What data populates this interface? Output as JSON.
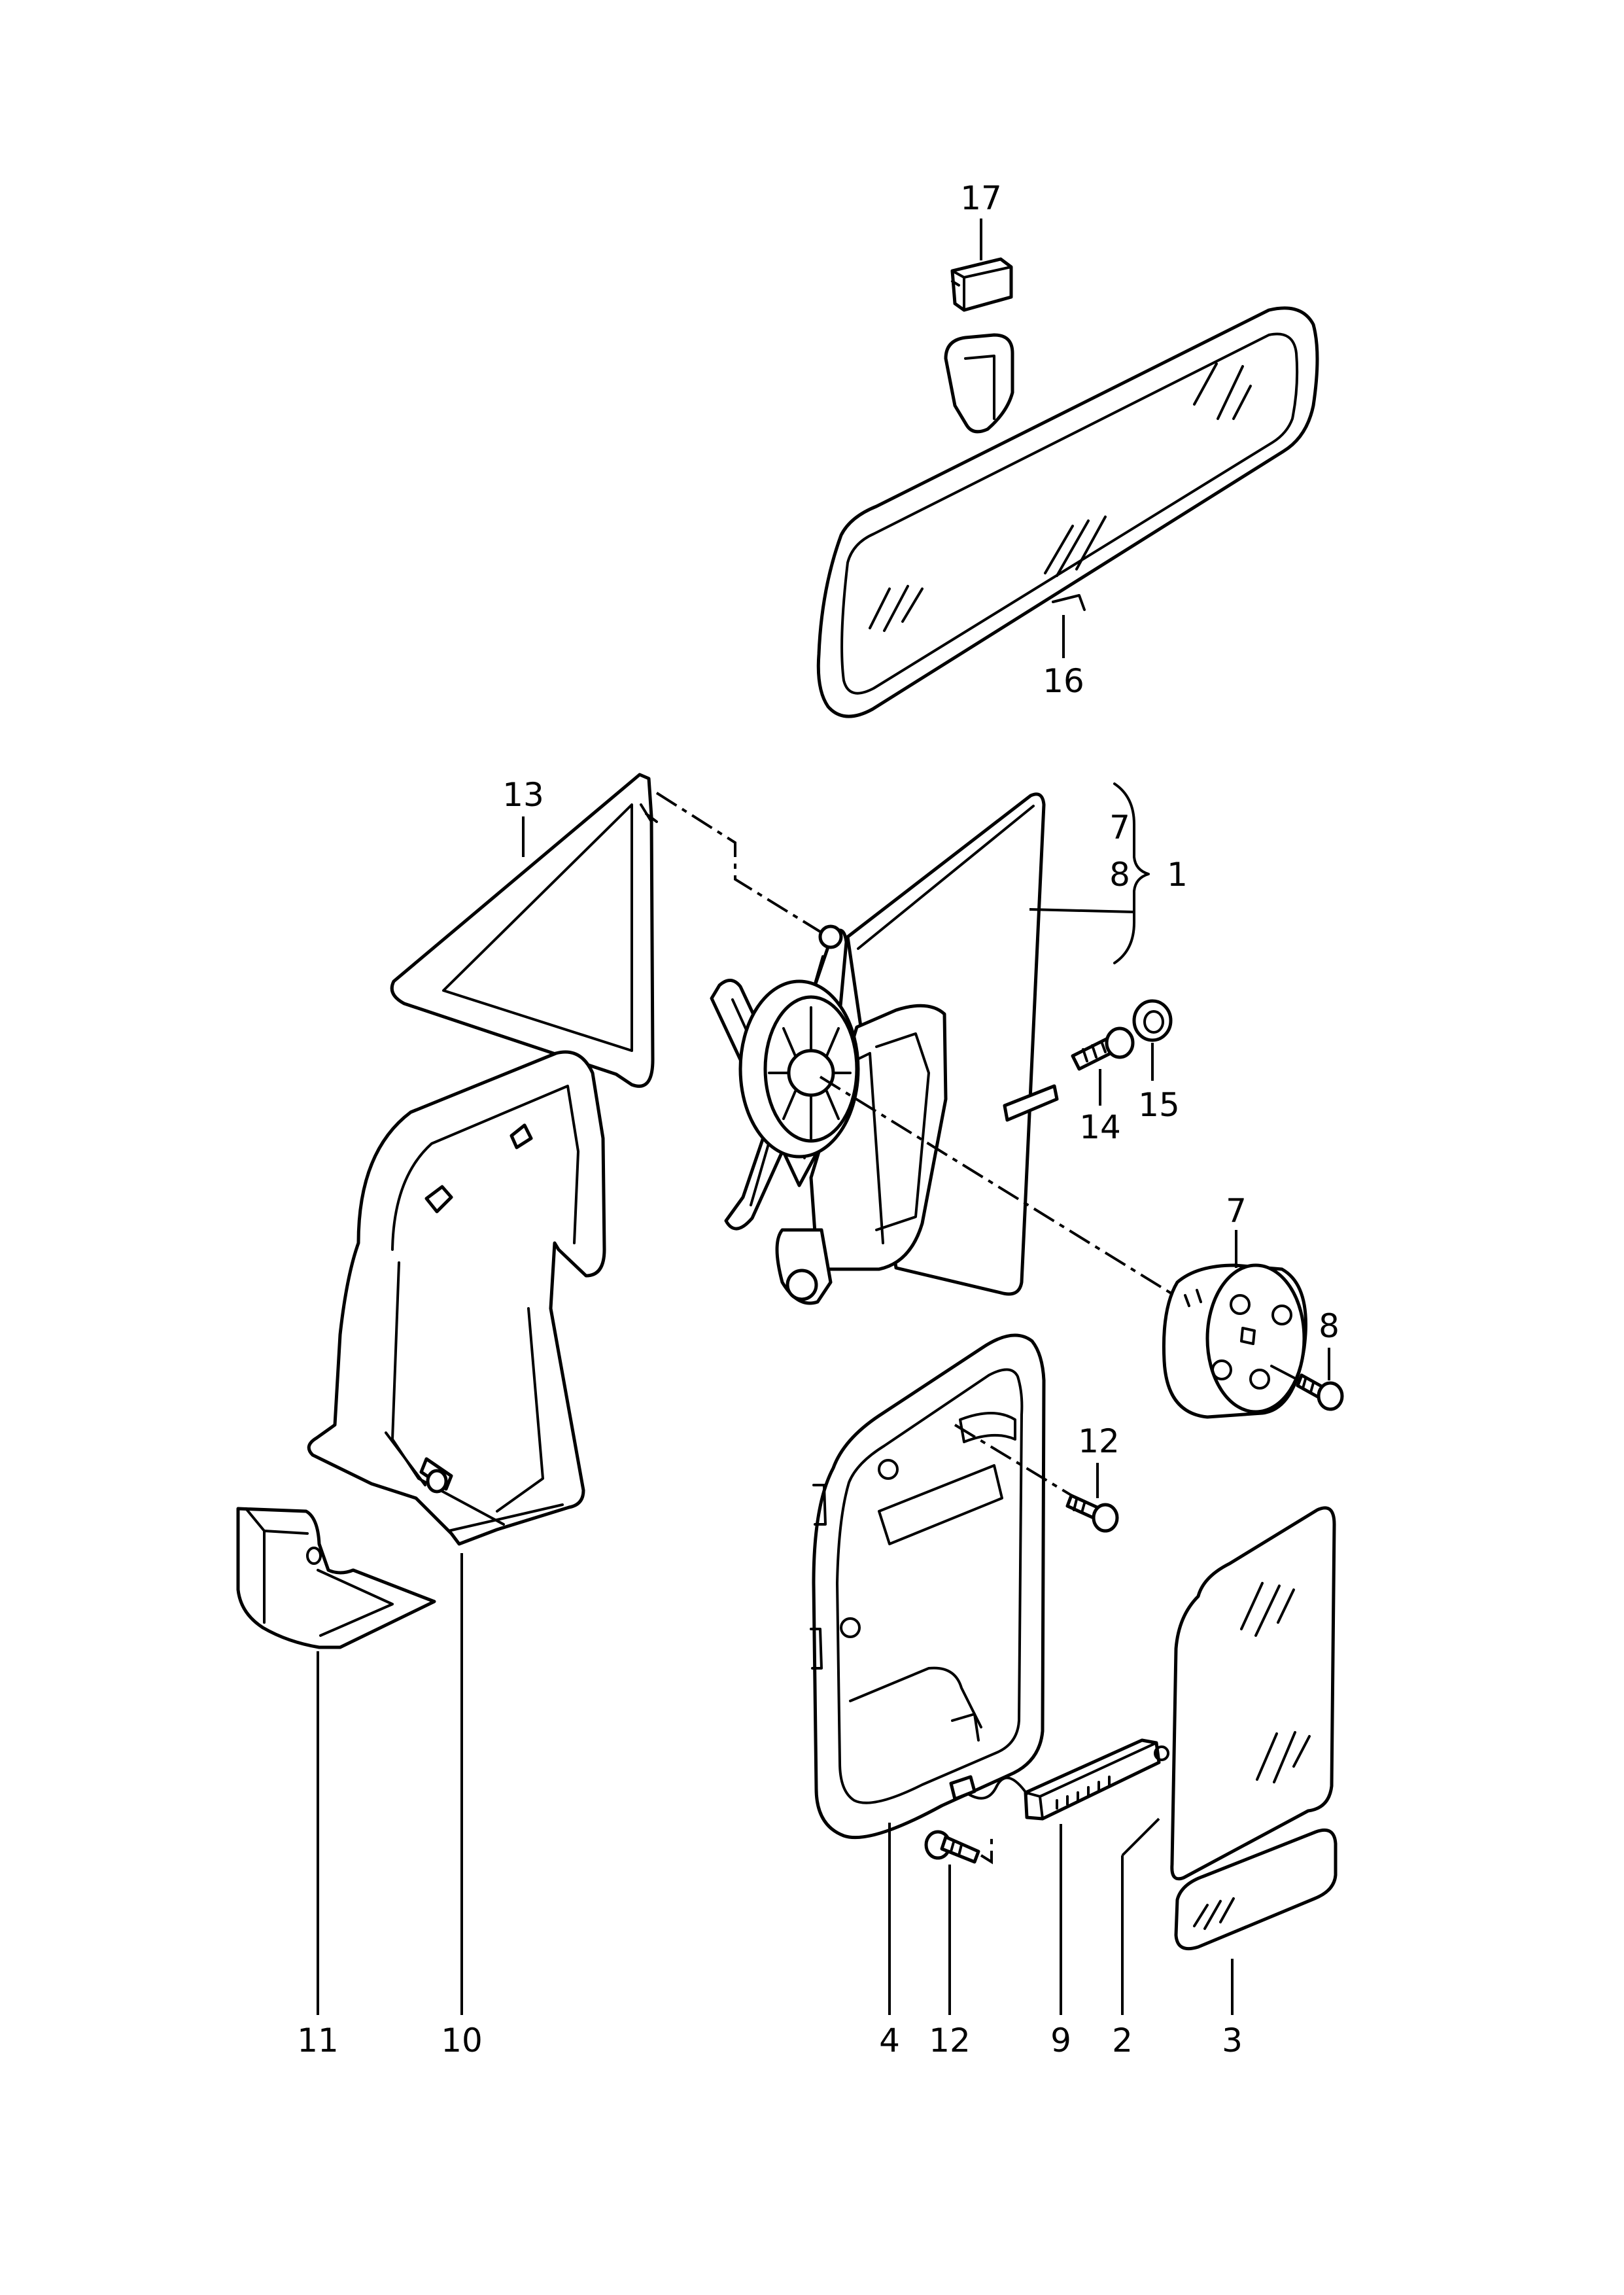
{
  "callouts": {
    "c1": "1",
    "c2": "2",
    "c3": "3",
    "c4": "4",
    "c7_group": "7",
    "c8_group": "8",
    "c7": "7",
    "c8": "8",
    "c9": "9",
    "c10": "10",
    "c11": "11",
    "c12_bolt": "12",
    "c12_lower": "12",
    "c13": "13",
    "c14": "14",
    "c15": "15",
    "c16": "16",
    "c17": "17"
  }
}
